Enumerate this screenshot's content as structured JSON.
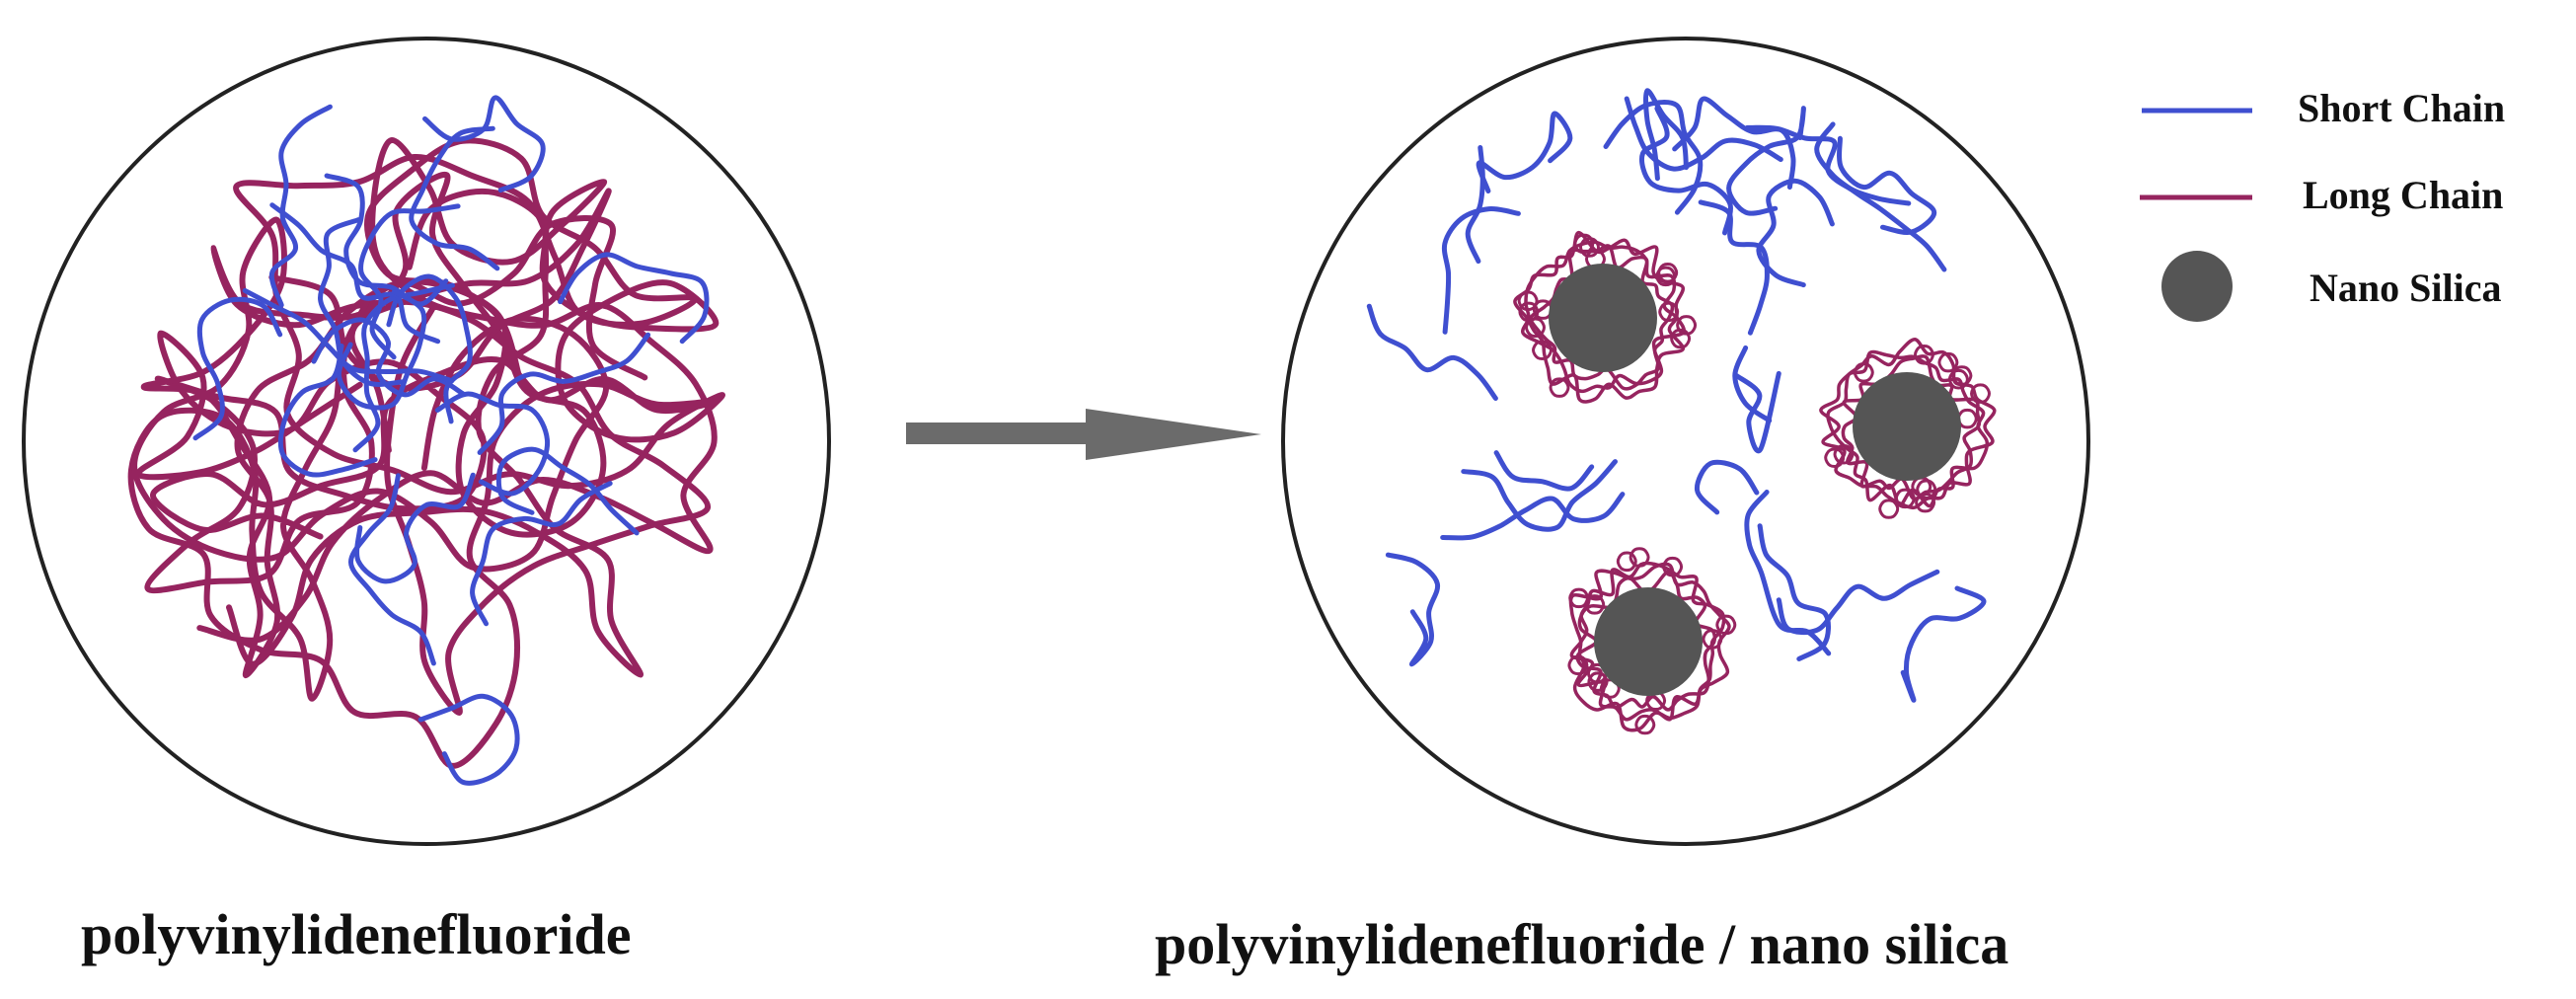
{
  "diagram": {
    "caption_left": "polyvinylidenefluoride",
    "caption_right": "polyvinylidenefluoride / nano silica",
    "colors": {
      "short_chain": "#3f4fd0",
      "long_chain": "#96245f",
      "nano_silica": "#555555",
      "outline": "#222222",
      "arrow": "#6b6b6b"
    },
    "legend": [
      {
        "key": "short_chain",
        "label": "Short Chain"
      },
      {
        "key": "long_chain",
        "label": "Long Chain"
      },
      {
        "key": "nano_silica",
        "label": "Nano Silica"
      }
    ]
  }
}
